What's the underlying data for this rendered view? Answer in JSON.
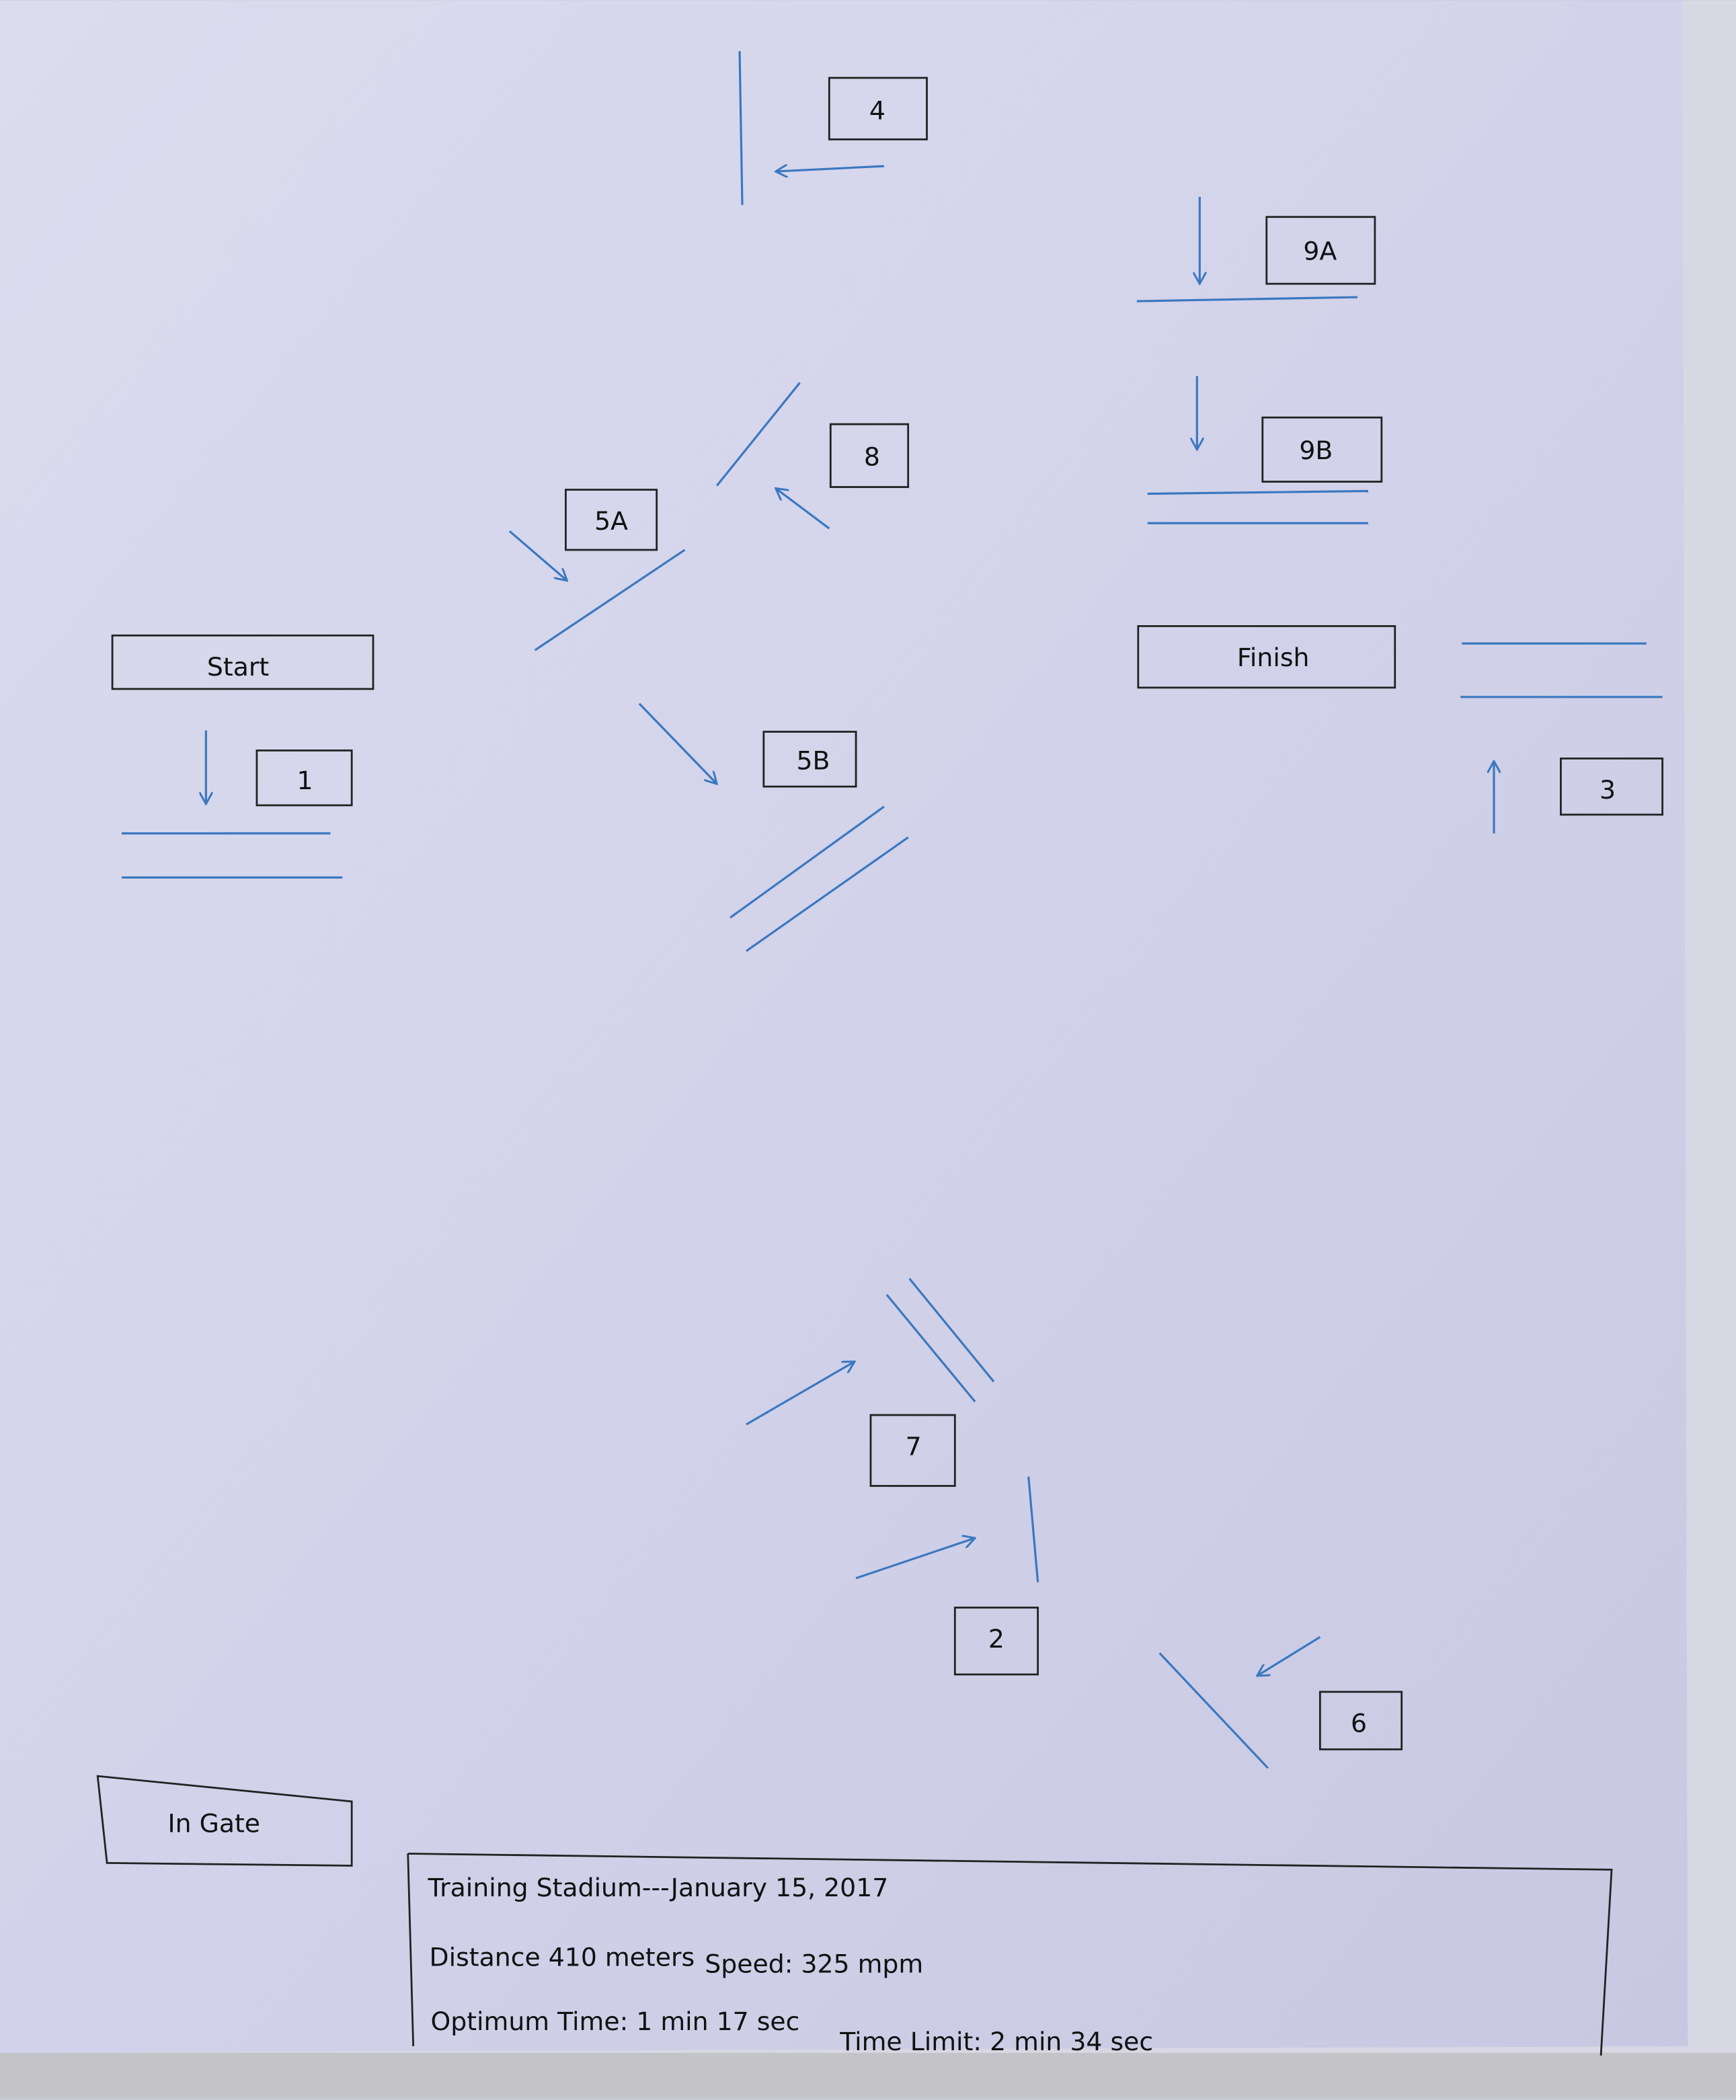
{
  "course": {
    "labels": {
      "start": "Start",
      "finish": "Finish",
      "in_gate": "In Gate"
    },
    "fences": [
      {
        "id": "1"
      },
      {
        "id": "2"
      },
      {
        "id": "3"
      },
      {
        "id": "4"
      },
      {
        "id": "5A"
      },
      {
        "id": "5B"
      },
      {
        "id": "6"
      },
      {
        "id": "7"
      },
      {
        "id": "8"
      },
      {
        "id": "9A"
      },
      {
        "id": "9B"
      }
    ]
  },
  "info": {
    "title": "Training Stadium---January 15, 2017",
    "distance": "Distance 410 meters",
    "speed": "Speed:  325 mpm",
    "optimum_time": "Optimum Time:  1 min 17 sec",
    "time_limit": "Time Limit:  2 min 34 sec"
  },
  "colors": {
    "paper": "#d6d6ea",
    "line": "#3a78c0",
    "ink": "#111111"
  }
}
